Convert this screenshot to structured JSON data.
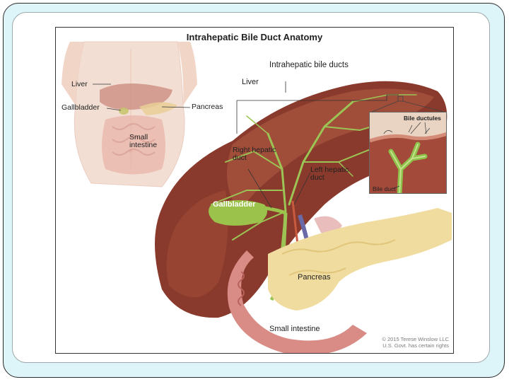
{
  "figure": {
    "title": "Intrahepatic Bile Duct Anatomy",
    "copyright_line1": "© 2015 Terese Winslow LLC",
    "copyright_line2": "U.S. Govt. has certain rights"
  },
  "body_labels": {
    "liver": "Liver",
    "gallbladder": "Gallbladder",
    "pancreas": "Pancreas",
    "small_intestine_line1": "Small",
    "small_intestine_line2": "intestine"
  },
  "main_labels": {
    "intrahepatic_bile_ducts": "Intrahepatic bile ducts",
    "liver": "Liver",
    "right_hepatic_duct_line1": "Right hepatic",
    "right_hepatic_duct_line2": "duct",
    "left_hepatic_duct_line1": "Left hepatic",
    "left_hepatic_duct_line2": "duct",
    "gallbladder": "Gallbladder",
    "pancreas": "Pancreas",
    "small_intestine": "Small intestine"
  },
  "inset_labels": {
    "bile_ductules": "Bile ductules",
    "bile_duct": "Bile duct"
  },
  "colors": {
    "frame_bg": "#ddf4f8",
    "liver": "#8c3a2b",
    "duct": "#8fb84a",
    "gallbladder": "#9dc24a",
    "pancreas": "#f1dea0",
    "intestine": "#d98a84",
    "skin": "#f2d6c8"
  }
}
